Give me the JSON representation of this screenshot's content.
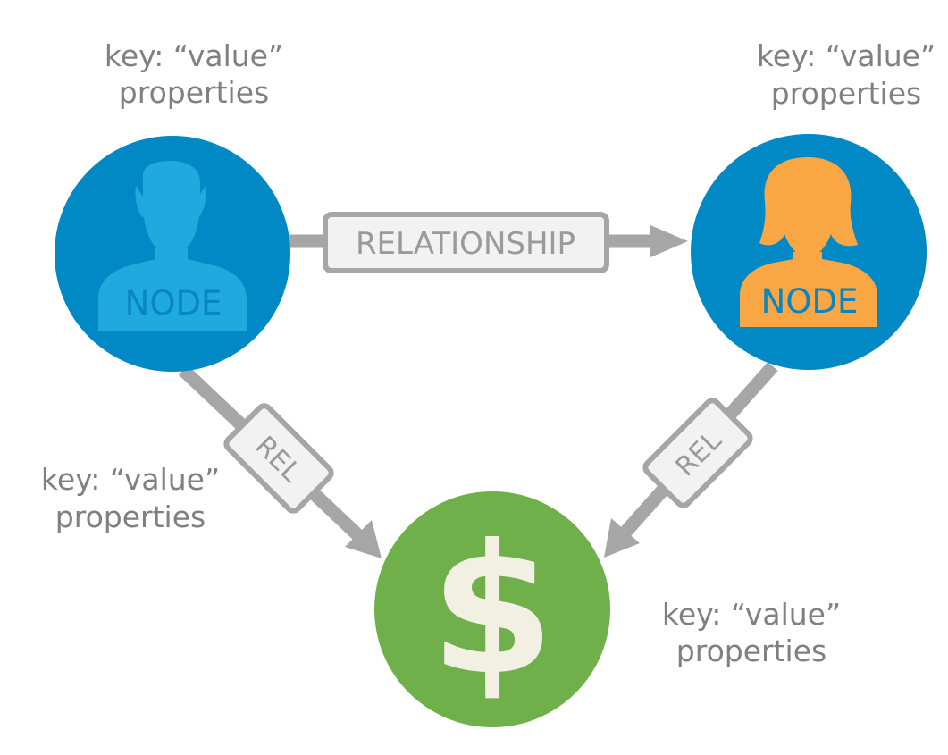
{
  "diagram": {
    "nodes": [
      {
        "id": "person-male",
        "label": "NODE",
        "type": "person",
        "circle_color": "#0089c4",
        "figure_color": "#1eaadf",
        "properties": {
          "key_line": "key: “value”",
          "label": "properties"
        }
      },
      {
        "id": "person-female",
        "label": "NODE",
        "type": "person",
        "circle_color": "#0089c4",
        "figure_color": "#f9a644",
        "properties": {
          "key_line": "key: “value”",
          "label": "properties"
        }
      },
      {
        "id": "money",
        "symbol": "$",
        "type": "money",
        "circle_color": "#6fb04b",
        "symbol_color": "#f2efe3",
        "properties": {
          "key_line": "key: “value”",
          "label": "properties"
        }
      }
    ],
    "relationships": [
      {
        "from": "person-male",
        "to": "person-female",
        "label": "RELATIONSHIP",
        "properties": null
      },
      {
        "from": "person-male",
        "to": "money",
        "label": "REL",
        "properties": {
          "key_line": "key: “value”",
          "label": "properties"
        }
      },
      {
        "from": "person-female",
        "to": "money",
        "label": "REL",
        "properties": null
      }
    ],
    "colors": {
      "arrow": "#a6a6a6",
      "badge_fill": "#f2f2f2",
      "badge_stroke": "#a6a6a6",
      "text": "#808080"
    }
  }
}
